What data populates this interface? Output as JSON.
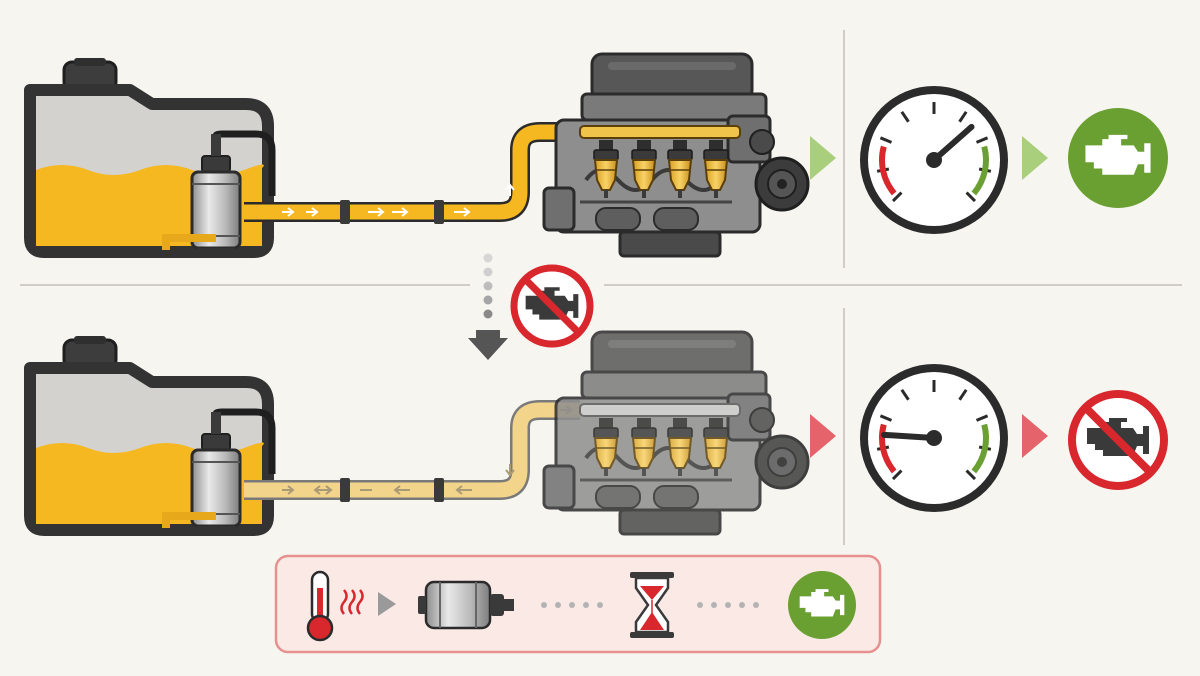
{
  "colors": {
    "background": "#f6f5f0",
    "fuel": "#f6b821",
    "fuel_light": "#f2d48a",
    "ok_green": "#6a9f32",
    "warn_red": "#d9272e",
    "arrow_green": "#a9cf7c",
    "arrow_red": "#e5636a",
    "outline": "#2b2b2b",
    "tank_gray": "#d3d2cf",
    "divider": "#cfcdc6",
    "panel_fill": "#fbe9e6",
    "panel_border": "#e6918f"
  },
  "scenarios": [
    {
      "id": "normal",
      "state": "flowing",
      "tank_fuel_level": 0.55,
      "gauge_reading": 0.68,
      "engine_light": "ok",
      "icons": [
        "fuel-tank-icon",
        "fuel-pump-icon",
        "fuel-line-icon",
        "engine-icon",
        "fuel-pressure-gauge-icon",
        "engine-running-icon"
      ]
    },
    {
      "id": "failure",
      "state": "weak-flow",
      "tank_fuel_level": 0.55,
      "gauge_reading": 0.18,
      "engine_light": "crossed-out",
      "icons": [
        "fuel-tank-icon",
        "fuel-pump-icon",
        "fuel-line-icon",
        "engine-icon",
        "fuel-pressure-gauge-icon",
        "no-start-icon"
      ]
    }
  ],
  "transition": {
    "icons": [
      "down-arrow-icon",
      "no-start-icon"
    ]
  },
  "sequence_panel": {
    "steps": [
      "thermometer-heat-icon",
      "fuel-pump-icon",
      "hourglass-icon",
      "engine-running-icon"
    ]
  }
}
